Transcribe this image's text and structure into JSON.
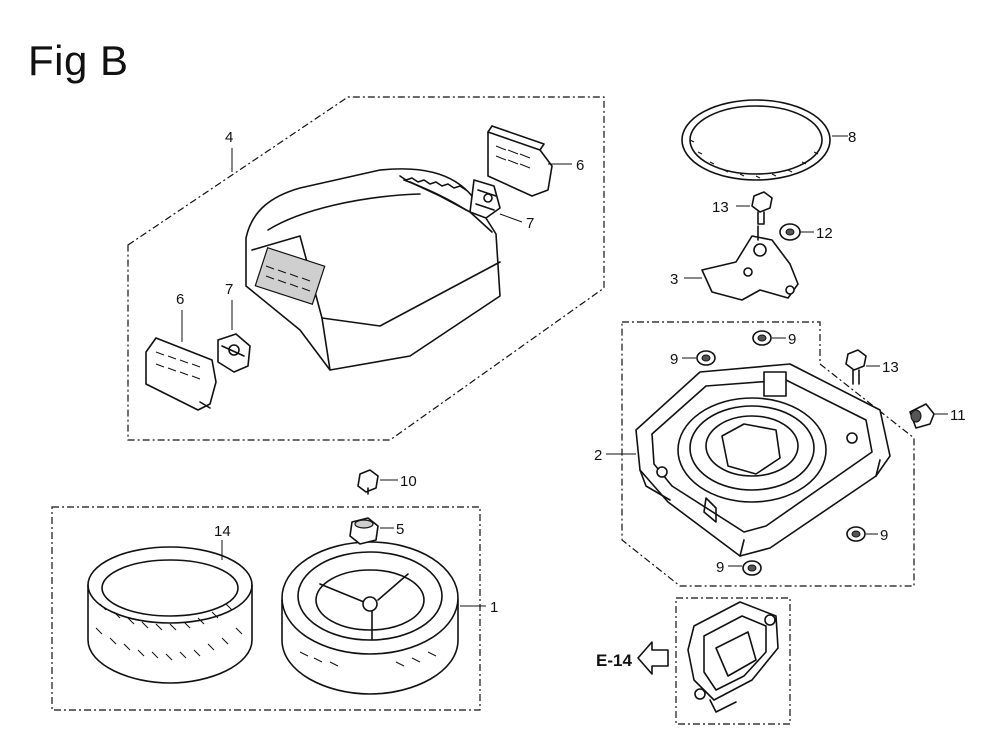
{
  "figure": {
    "title": "Fig B"
  },
  "callouts": [
    {
      "id": "c1",
      "label": "1"
    },
    {
      "id": "c2",
      "label": "2"
    },
    {
      "id": "c3",
      "label": "3"
    },
    {
      "id": "c4",
      "label": "4"
    },
    {
      "id": "c5",
      "label": "5"
    },
    {
      "id": "c6a",
      "label": "6"
    },
    {
      "id": "c6b",
      "label": "6"
    },
    {
      "id": "c7a",
      "label": "7"
    },
    {
      "id": "c7b",
      "label": "7"
    },
    {
      "id": "c8",
      "label": "8"
    },
    {
      "id": "c9a",
      "label": "9"
    },
    {
      "id": "c9b",
      "label": "9"
    },
    {
      "id": "c9c",
      "label": "9"
    },
    {
      "id": "c9d",
      "label": "9"
    },
    {
      "id": "c10",
      "label": "10"
    },
    {
      "id": "c11",
      "label": "11"
    },
    {
      "id": "c12",
      "label": "12"
    },
    {
      "id": "c13a",
      "label": "13"
    },
    {
      "id": "c13b",
      "label": "13"
    },
    {
      "id": "c14",
      "label": "14"
    }
  ],
  "reference": {
    "label": "E-14"
  }
}
